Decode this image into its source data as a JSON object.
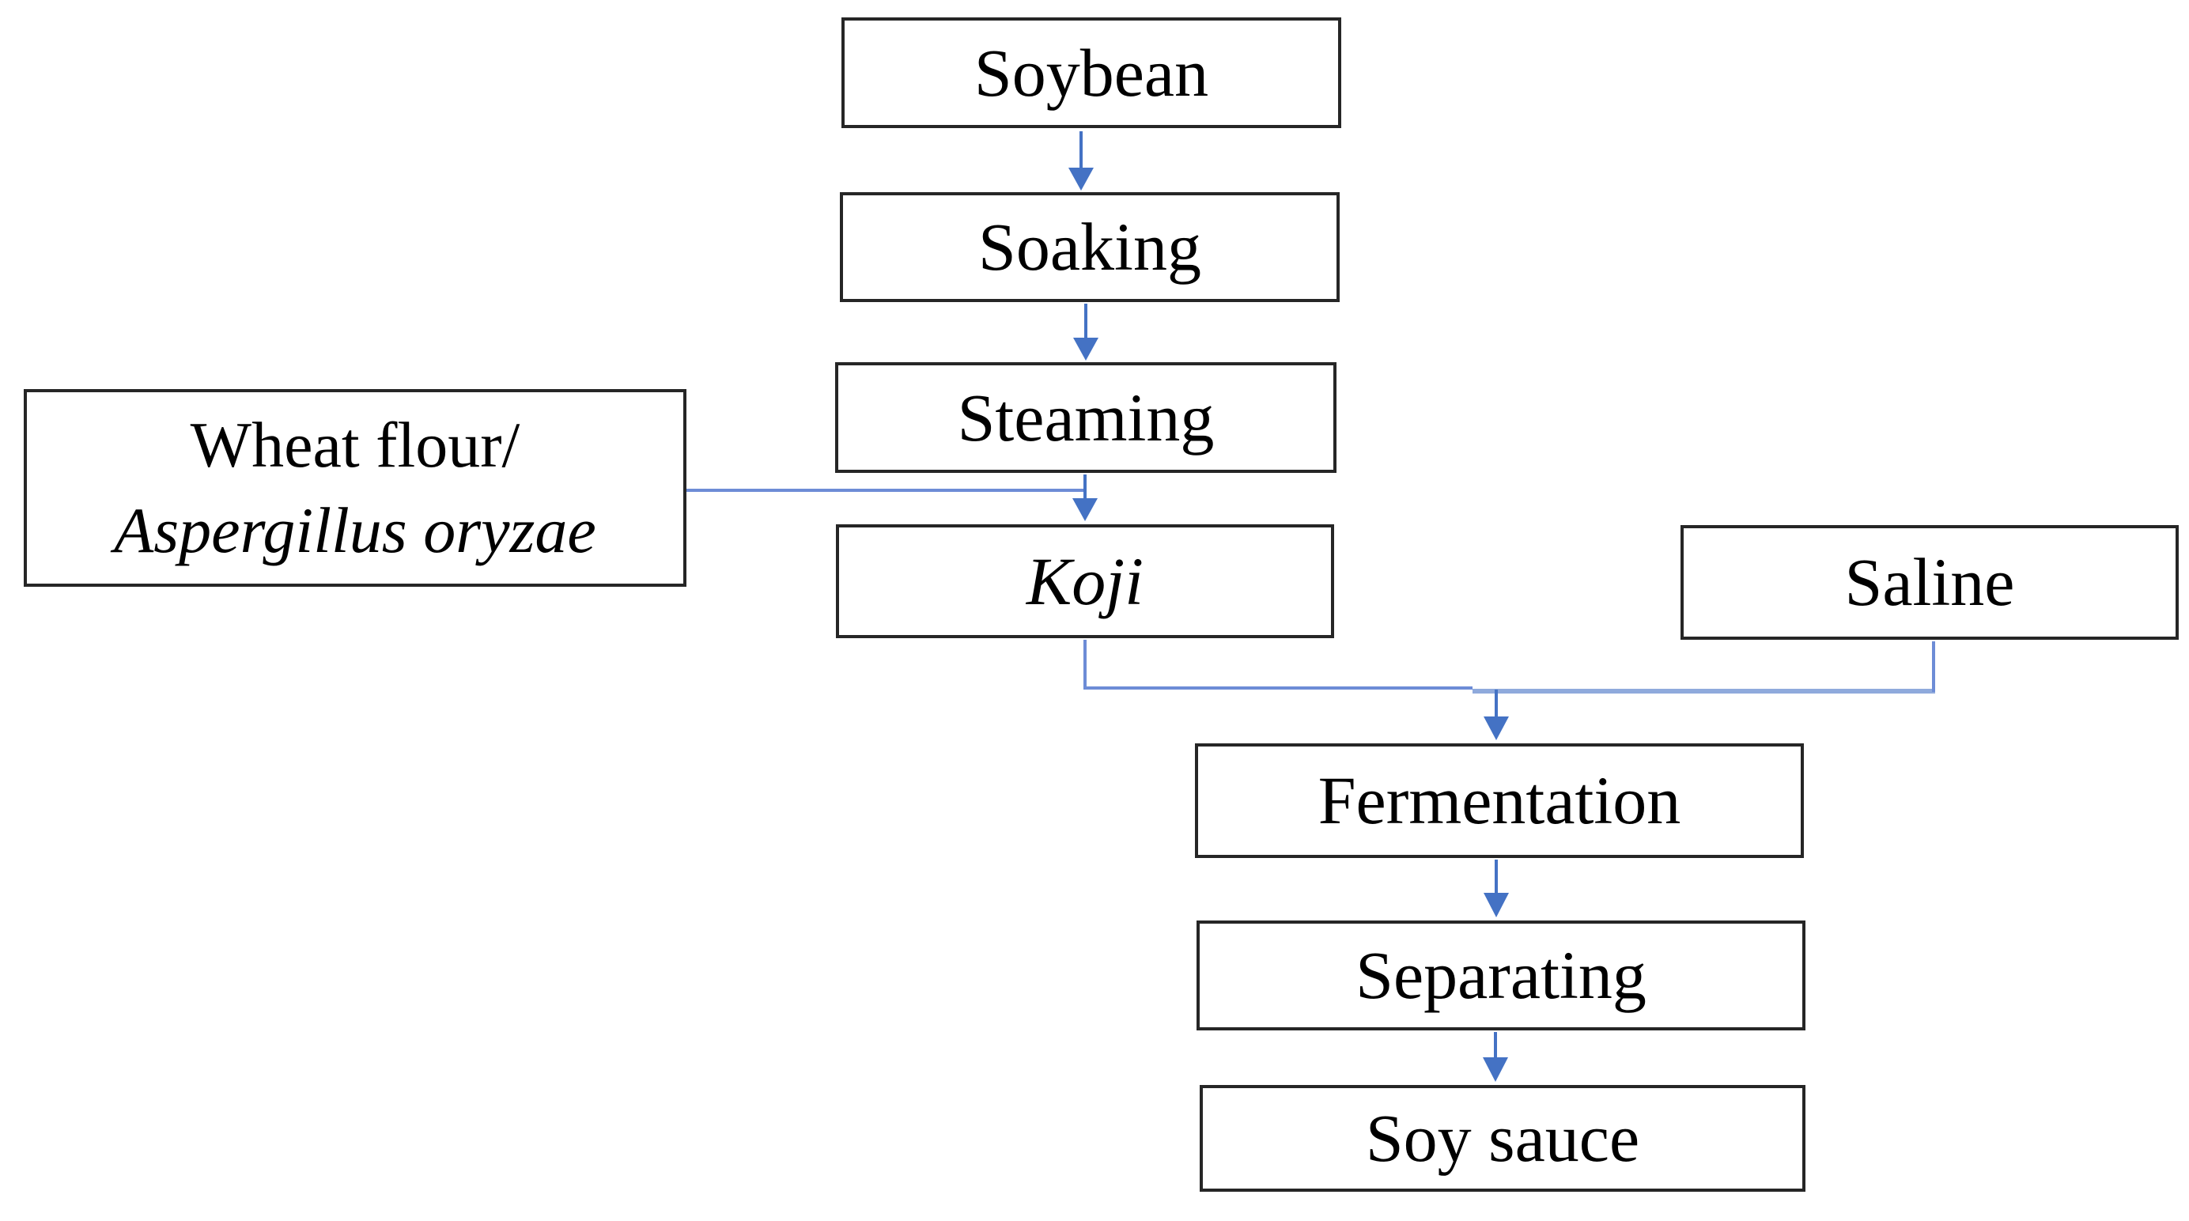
{
  "diagram": {
    "type": "flowchart",
    "nodes": {
      "soybean": {
        "label": "Soybean"
      },
      "soaking": {
        "label": "Soaking"
      },
      "steaming": {
        "label": "Steaming"
      },
      "wheat_flour": {
        "line1": "Wheat flour/",
        "line2": "Aspergillus oryzae"
      },
      "koji": {
        "label": "Koji"
      },
      "saline": {
        "label": "Saline"
      },
      "fermentation": {
        "label": "Fermentation"
      },
      "separating": {
        "label": "Separating"
      },
      "soy_sauce": {
        "label": "Soy sauce"
      }
    },
    "edges": [
      {
        "from": "Soybean",
        "to": "Soaking"
      },
      {
        "from": "Soaking",
        "to": "Steaming"
      },
      {
        "from": "Steaming",
        "to": "Koji"
      },
      {
        "from": "Wheat flour/Aspergillus oryzae",
        "to": "Koji"
      },
      {
        "from": "Koji",
        "to": "Fermentation"
      },
      {
        "from": "Saline",
        "to": "Fermentation"
      },
      {
        "from": "Fermentation",
        "to": "Separating"
      },
      {
        "from": "Separating",
        "to": "Soy sauce"
      }
    ],
    "colors": {
      "connector": "#4472c4",
      "connector_mid": "#6d8cd6",
      "connector_light": "#8faadc",
      "box_border": "#262626",
      "box_fill": "#ffffff",
      "text": "#000000"
    }
  }
}
